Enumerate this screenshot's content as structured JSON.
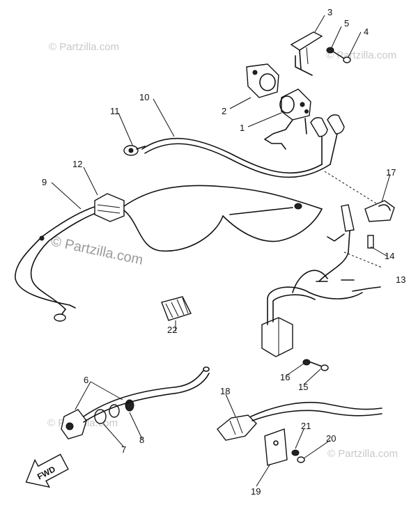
{
  "watermarks": {
    "top_left": "© Partzilla.com",
    "top_right": "© Partzilla.com",
    "center": "© Partzilla.com",
    "bottom_left": "© Partzilla.com",
    "bottom_right": "© Partzilla.com"
  },
  "fwd_label": "FWD",
  "callouts": {
    "c1": "1",
    "c2": "2",
    "c3": "3",
    "c4": "4",
    "c5": "5",
    "c6": "6",
    "c7": "7",
    "c8": "8",
    "c9": "9",
    "c10": "10",
    "c11": "11",
    "c12": "12",
    "c13": "13",
    "c14": "14",
    "c15": "15",
    "c16": "16",
    "c17": "17",
    "c18": "18",
    "c19": "19",
    "c20": "20",
    "c21": "21",
    "c22": "22"
  }
}
